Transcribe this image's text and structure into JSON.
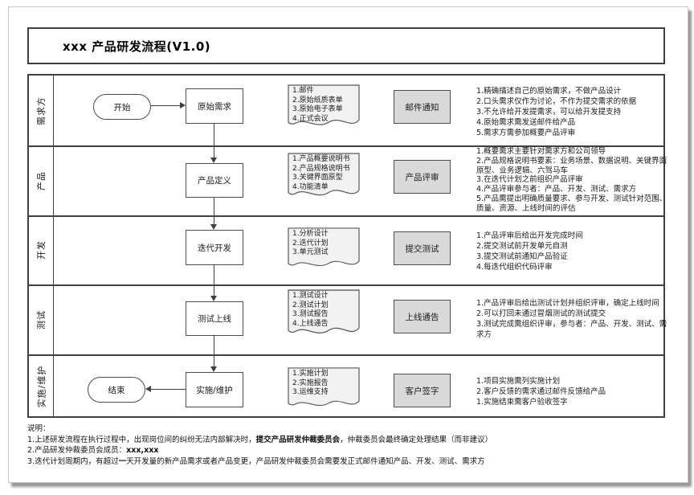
{
  "title": "xxx 产品研发流程(V1.0)",
  "terminators": {
    "start": "开始",
    "end": "结束"
  },
  "lanes": [
    {
      "label": "需求方",
      "process": "原始需求",
      "doc": [
        "1.邮件",
        "2.原始纸质表单",
        "3.原始电子表单",
        "4.正式会议"
      ],
      "output": "邮件通知",
      "notes": [
        "1.精确描述自己的原始需求，不做产品设计",
        "2.口头需求仅作为讨论，不作为提交需求的依据",
        "3.不允许给开发提需求，可以给开发提支持",
        "4.原始需求需发送邮件给产品",
        "5.需求方需参加概要产品评审"
      ]
    },
    {
      "label": "产品",
      "process": "产品定义",
      "doc": [
        "1.产品概要说明书",
        "2.产品规格说明书",
        "3.关键界面原型",
        "4.功能清单"
      ],
      "output": "产品评审",
      "notes": [
        "1.概要需求主要针对需求方和公司领导",
        "2.产品规格说明书要素：业务场景、数据说明、关键界面原型、业务逻辑、六驾马车",
        "3.在迭代计划之前组织产品评审",
        "4.产品评审参与者：产品、开发、测试、需求方",
        "5.产品需提出明确质量要求、参与开发、测试针对范围、质量、资源、上线时间的评估"
      ]
    },
    {
      "label": "开发",
      "process": "迭代开发",
      "doc": [
        "1.分析设计",
        "2.迭代计划",
        "3.单元测试"
      ],
      "output": "提交测试",
      "notes": [
        "1.产品评审后给出开发完成时间",
        "2.提交测试前开发单元自测",
        "3.提交测试前通知产品验证",
        "4.每迭代组织代码评审"
      ]
    },
    {
      "label": "测试",
      "process": "测试上线",
      "doc": [
        "1.测试设计",
        "2.测试计划",
        "3.测试报告",
        "4.上线通告"
      ],
      "output": "上线通告",
      "notes": [
        "1.产品评审后给出测试计划并组织评审，确定上线时间",
        "2.可以打回未通过冒烟测试的测试提交",
        "3.测试完成需组织评审，参与者：产品、开发、测试、需求方"
      ]
    },
    {
      "label": "实施/维护",
      "process": "实施/维护",
      "doc": [
        "1.实施计划",
        "2.实施报告",
        "3.运维支持"
      ],
      "output": "客户签字",
      "notes": [
        "1.项目实施需列实施计划",
        "2.客户反馈的需求通过邮件反馈给产品",
        "1.实施结束需客户验收签字"
      ]
    }
  ],
  "footer": {
    "heading": "说明：",
    "lines": [
      {
        "pre": "1.上述研发流程在执行过程中，出现岗位间的纠纷无法内部解决时，",
        "bold": "提交产品研发仲裁委员会",
        "post": "，仲裁委员会最终确定处理结果（而非建议）"
      },
      {
        "pre": "2.产品研发仲裁委员会成员：",
        "bold": "xxx,xxx",
        "post": ""
      },
      {
        "pre": "3.迭代计划周期内，有超过",
        "bold": "一",
        "post": "天开发量的新产品需求或者产品变更，产品研发仲裁委员会需要发正式邮件通知产品、开发、测试、需求方"
      }
    ]
  },
  "colors": {
    "output_fill": "#d9d9d9",
    "doc_fill": "#f2f2f2",
    "shape_border": "#4d4d4d",
    "frame_border": "#3f3f3f",
    "page_shadow": "#979797"
  }
}
